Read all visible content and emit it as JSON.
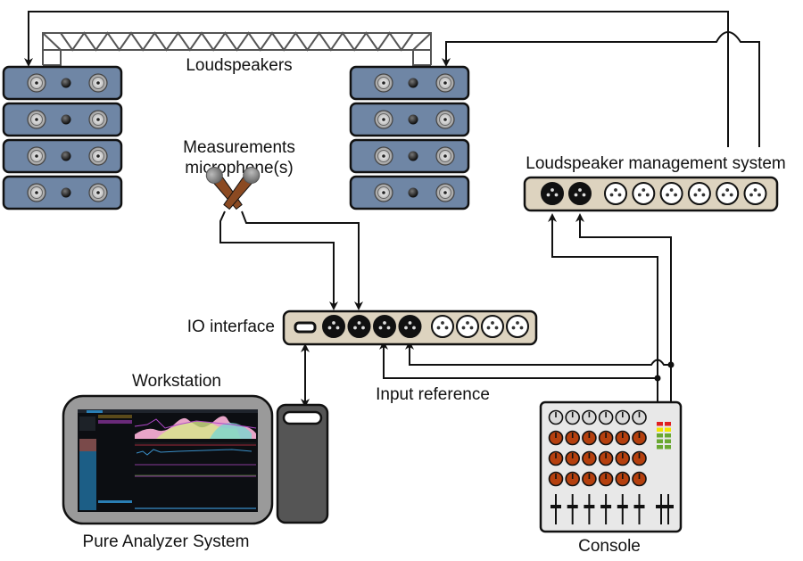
{
  "title": "Pure Analyzer System signal flow",
  "labels": {
    "loudspeakers": "Loudspeakers",
    "mic_line1": "Measurements",
    "mic_line2": "microphone(s)",
    "lms": "Loudspeaker management system",
    "io": "IO interface",
    "input_ref": "Input reference",
    "workstation": "Workstation",
    "system": "Pure Analyzer System",
    "console": "Console"
  },
  "colors": {
    "speaker_body": "#6f86a5",
    "panel": "#ddd3bf",
    "mic_body": "#8b4a22",
    "knob_orange": "#b5400e",
    "knob_grey": "#d9d9d9",
    "meter_red": "#e02020",
    "meter_yellow": "#f2e600",
    "meter_green": "#6aa832",
    "workstation_bezel": "#9a9a9a",
    "tower": "#555555"
  },
  "speaker_stacks": [
    {
      "name": "left",
      "cabinets": 4
    },
    {
      "name": "right",
      "cabinets": 4
    }
  ],
  "lms_connectors": {
    "inputs": 2,
    "outputs": 6
  },
  "io_connectors": {
    "usb": 1,
    "inputs": 4,
    "outputs": 4
  },
  "console": {
    "grey_knobs": 6,
    "orange_knob_rows": 3,
    "knobs_per_row": 6,
    "faders": 6,
    "master_faders": 2,
    "meter_rows": [
      "red",
      "yellow",
      "green",
      "green",
      "green"
    ]
  }
}
